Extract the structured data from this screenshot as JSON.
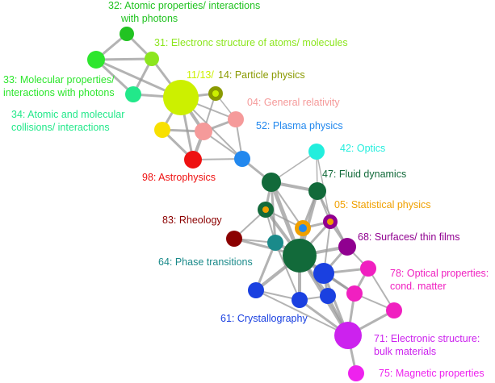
{
  "labels": {
    "n32": "32: Atomic properties/ interactions",
    "n32b": "with photons",
    "n31": "31: Electronc structure of atoms/ molecules",
    "n33": "33: Molecular properties/",
    "n33b": "interactions with photons",
    "n34": "34: Atomic and molecular",
    "n34b": "collisions/ interactions",
    "n11": "11/13/",
    "n14": "14: Particle physics",
    "n04": "04: General relativity",
    "n52": "52: Plasma physics",
    "n98": "98: Astrophysics",
    "n42": "42: Optics",
    "n47": "47: Fluid dynamics",
    "n05": "05: Statistical physics",
    "n83": "83: Rheology",
    "n68": "68: Surfaces/ thin films",
    "n64": "64: Phase transitions",
    "n78": "78: Optical properties:",
    "n78b": "cond. matter",
    "n61": "61: Crystallography",
    "n71": "71: Electronic structure:",
    "n71b": "bulk materials",
    "n75": "75: Magnetic properties"
  },
  "colors": {
    "n32": "#22c322",
    "n31": "#8ce61e",
    "n33": "#2ee62e",
    "n34": "#22e88a",
    "n11": "#ccf000",
    "n14": "#8a9a00",
    "n04": "#f59a9a",
    "n52": "#2288ee",
    "n98": "#ee1111",
    "n42": "#22eedd",
    "n47": "#126a3a",
    "n05": "#f0a000",
    "n83": "#8b0000",
    "n68": "#900090",
    "n64": "#1a8a8a",
    "n78": "#f020c0",
    "n61": "#1a40e0",
    "n71": "#cc22ee",
    "n75": "#ee22ee",
    "edge": "#999999",
    "yellow": "#f8e000"
  }
}
